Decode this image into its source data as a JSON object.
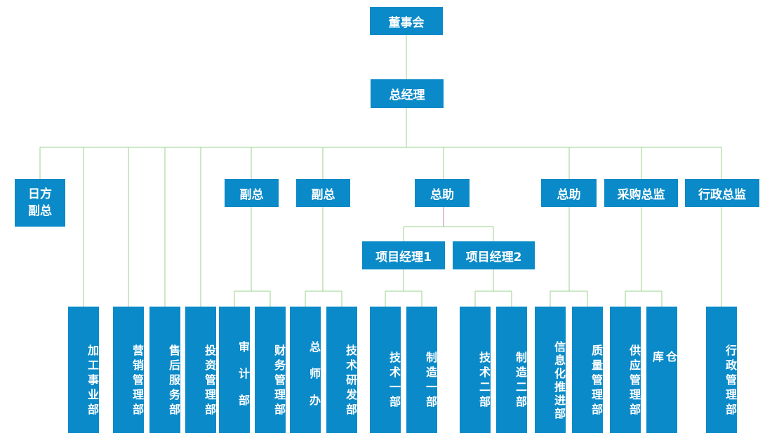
{
  "colors": {
    "box_fill": "#0a8ac8",
    "connector": "#9bd08c",
    "connector_alt": "#c080b0"
  },
  "nodes": {
    "board": "董事会",
    "gm": "总经理",
    "vp_rifang": "日方\n副总",
    "vp1": "副总",
    "vp2": "副总",
    "asst1": "总助",
    "asst2": "总助",
    "purchase_dir": "采购总监",
    "admin_dir": "行政总监",
    "pm1": "项目经理1",
    "pm2": "项目经理2"
  },
  "departments": [
    "加工事业部",
    "营销管理部",
    "售后服务部",
    "投资管理部",
    "审计部",
    "财务管理部",
    "总师办",
    "技术研发部",
    "技术一部",
    "制造一部",
    "技术二部",
    "制造二部",
    "信息化推进部",
    "质量管理部",
    "供应管理部",
    "仓库",
    "行政管理部"
  ]
}
